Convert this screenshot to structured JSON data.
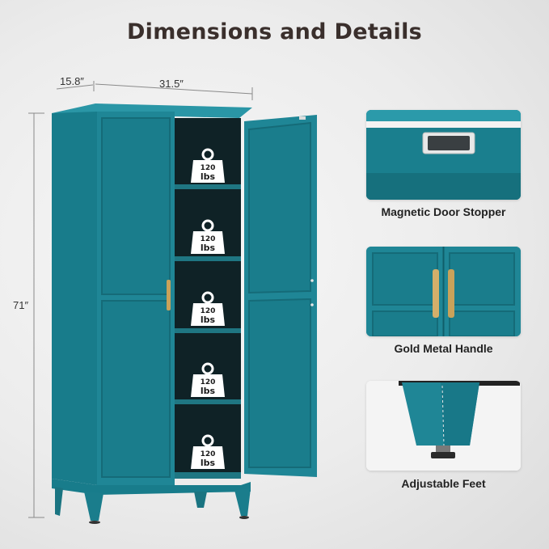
{
  "header": {
    "title": "Dimensions and Details"
  },
  "dimensions": {
    "depth": "15.8″",
    "width": "31.5″",
    "height": "71″"
  },
  "shelves": [
    {
      "capacity": "120",
      "unit": "lbs"
    },
    {
      "capacity": "120",
      "unit": "lbs"
    },
    {
      "capacity": "120",
      "unit": "lbs"
    },
    {
      "capacity": "120",
      "unit": "lbs"
    },
    {
      "capacity": "120",
      "unit": "lbs"
    }
  ],
  "details": [
    {
      "caption": "Magnetic Door Stopper",
      "icon": "magnet-latch"
    },
    {
      "caption": "Gold Metal Handle",
      "icon": "gold-handle"
    },
    {
      "caption": "Adjustable Feet",
      "icon": "leveling-foot"
    }
  ],
  "colors": {
    "cabinet": "#1f8696",
    "cabinet_dark": "#136d7a",
    "interior": "#0f2226",
    "handle": "#c9a25a",
    "title": "#3a2f2c"
  }
}
